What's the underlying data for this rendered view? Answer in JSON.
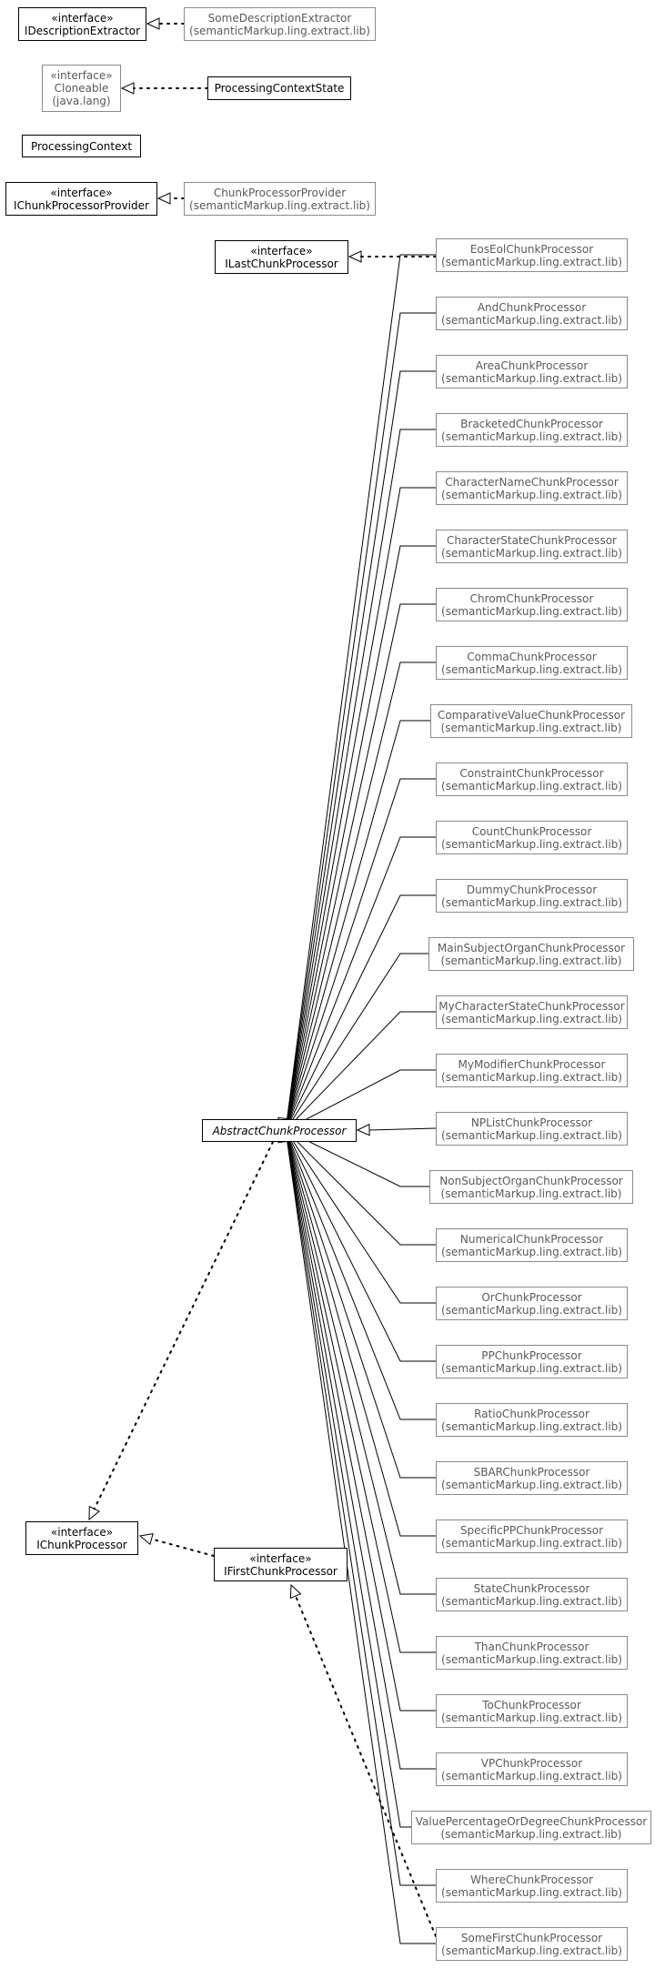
{
  "colors": {
    "edge": "#000000",
    "main_border": "#000000",
    "ext_border": "#8a8a8a",
    "ext_text": "#5a5a5a"
  },
  "nodes": {
    "i_description_extractor": {
      "stereo": "«interface»",
      "name": "IDescriptionExtractor"
    },
    "some_description_extractor": {
      "name": "SomeDescriptionExtractor",
      "pkg": "(semanticMarkup.ling.extract.lib)"
    },
    "cloneable": {
      "stereo": "«interface»",
      "name": "Cloneable",
      "pkg": "(java.lang)"
    },
    "processing_context_state": {
      "name": "ProcessingContextState"
    },
    "processing_context": {
      "name": "ProcessingContext"
    },
    "i_chunk_processor_provider": {
      "stereo": "«interface»",
      "name": "IChunkProcessorProvider"
    },
    "chunk_processor_provider": {
      "name": "ChunkProcessorProvider",
      "pkg": "(semanticMarkup.ling.extract.lib)"
    },
    "i_last_chunk_processor": {
      "stereo": "«interface»",
      "name": "ILastChunkProcessor"
    },
    "abstract_chunk_processor": {
      "name": "AbstractChunkProcessor"
    },
    "i_chunk_processor": {
      "stereo": "«interface»",
      "name": "IChunkProcessor"
    },
    "i_first_chunk_processor": {
      "stereo": "«interface»",
      "name": "IFirstChunkProcessor"
    }
  },
  "processors": [
    {
      "name": "EosEolChunkProcessor",
      "pkg": "(semanticMarkup.ling.extract.lib)"
    },
    {
      "name": "AndChunkProcessor",
      "pkg": "(semanticMarkup.ling.extract.lib)"
    },
    {
      "name": "AreaChunkProcessor",
      "pkg": "(semanticMarkup.ling.extract.lib)"
    },
    {
      "name": "BracketedChunkProcessor",
      "pkg": "(semanticMarkup.ling.extract.lib)"
    },
    {
      "name": "CharacterNameChunkProcessor",
      "pkg": "(semanticMarkup.ling.extract.lib)"
    },
    {
      "name": "CharacterStateChunkProcessor",
      "pkg": "(semanticMarkup.ling.extract.lib)"
    },
    {
      "name": "ChromChunkProcessor",
      "pkg": "(semanticMarkup.ling.extract.lib)"
    },
    {
      "name": "CommaChunkProcessor",
      "pkg": "(semanticMarkup.ling.extract.lib)"
    },
    {
      "name": "ComparativeValueChunkProcessor",
      "pkg": "(semanticMarkup.ling.extract.lib)"
    },
    {
      "name": "ConstraintChunkProcessor",
      "pkg": "(semanticMarkup.ling.extract.lib)"
    },
    {
      "name": "CountChunkProcessor",
      "pkg": "(semanticMarkup.ling.extract.lib)"
    },
    {
      "name": "DummyChunkProcessor",
      "pkg": "(semanticMarkup.ling.extract.lib)"
    },
    {
      "name": "MainSubjectOrganChunkProcessor",
      "pkg": "(semanticMarkup.ling.extract.lib)"
    },
    {
      "name": "MyCharacterStateChunkProcessor",
      "pkg": "(semanticMarkup.ling.extract.lib)"
    },
    {
      "name": "MyModifierChunkProcessor",
      "pkg": "(semanticMarkup.ling.extract.lib)"
    },
    {
      "name": "NPListChunkProcessor",
      "pkg": "(semanticMarkup.ling.extract.lib)"
    },
    {
      "name": "NonSubjectOrganChunkProcessor",
      "pkg": "(semanticMarkup.ling.extract.lib)"
    },
    {
      "name": "NumericalChunkProcessor",
      "pkg": "(semanticMarkup.ling.extract.lib)"
    },
    {
      "name": "OrChunkProcessor",
      "pkg": "(semanticMarkup.ling.extract.lib)"
    },
    {
      "name": "PPChunkProcessor",
      "pkg": "(semanticMarkup.ling.extract.lib)"
    },
    {
      "name": "RatioChunkProcessor",
      "pkg": "(semanticMarkup.ling.extract.lib)"
    },
    {
      "name": "SBARChunkProcessor",
      "pkg": "(semanticMarkup.ling.extract.lib)"
    },
    {
      "name": "SpecificPPChunkProcessor",
      "pkg": "(semanticMarkup.ling.extract.lib)"
    },
    {
      "name": "StateChunkProcessor",
      "pkg": "(semanticMarkup.ling.extract.lib)"
    },
    {
      "name": "ThanChunkProcessor",
      "pkg": "(semanticMarkup.ling.extract.lib)"
    },
    {
      "name": "ToChunkProcessor",
      "pkg": "(semanticMarkup.ling.extract.lib)"
    },
    {
      "name": "VPChunkProcessor",
      "pkg": "(semanticMarkup.ling.extract.lib)"
    },
    {
      "name": "ValuePercentageOrDegreeChunkProcessor",
      "pkg": "(semanticMarkup.ling.extract.lib)"
    },
    {
      "name": "WhereChunkProcessor",
      "pkg": "(semanticMarkup.ling.extract.lib)"
    },
    {
      "name": "SomeFirstChunkProcessor",
      "pkg": "(semanticMarkup.ling.extract.lib)"
    }
  ]
}
